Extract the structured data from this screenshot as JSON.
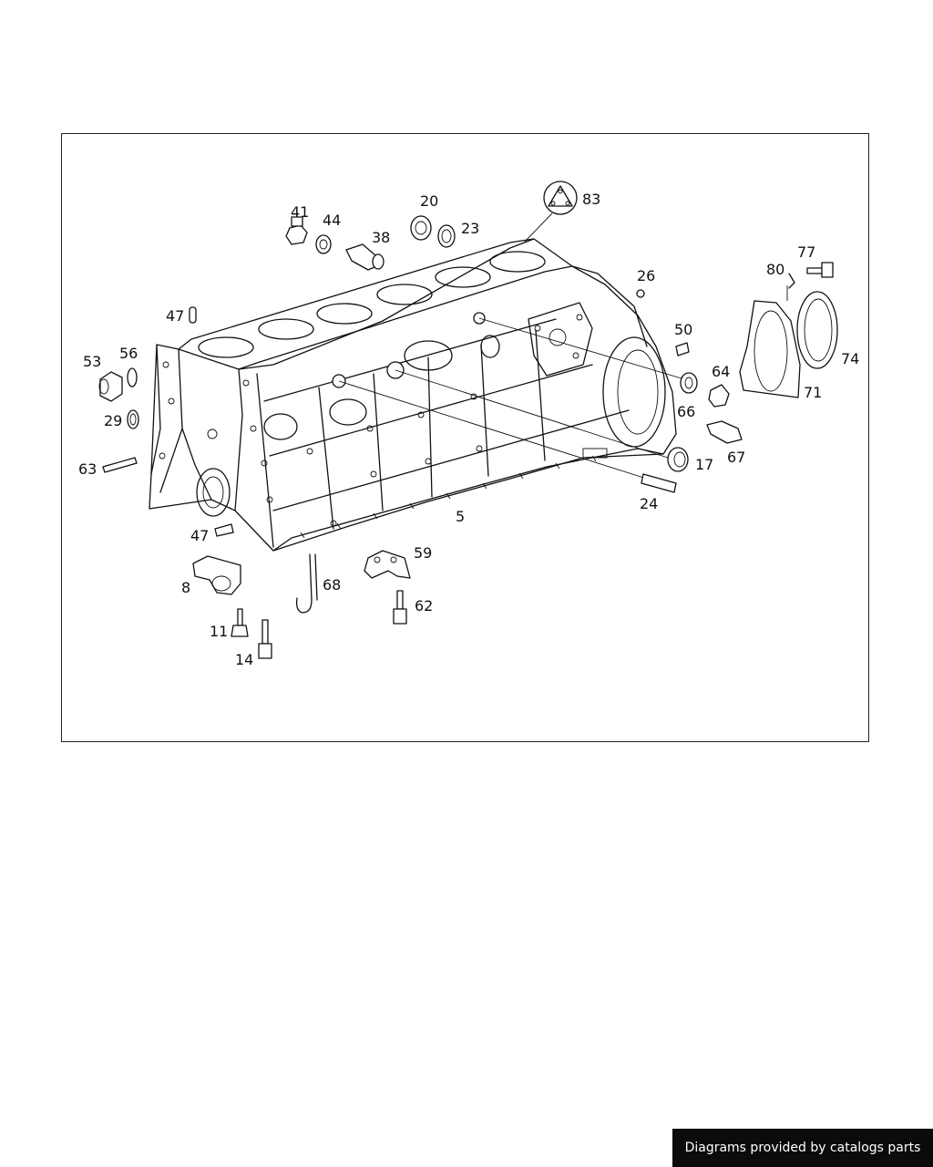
{
  "diagram": {
    "callouts": {
      "c5": "5",
      "c8": "8",
      "c11": "11",
      "c14": "14",
      "c17": "17",
      "c20": "20",
      "c23": "23",
      "c24": "24",
      "c26": "26",
      "c29": "29",
      "c38": "38",
      "c41": "41",
      "c44": "44",
      "c47a": "47",
      "c47b": "47",
      "c50": "50",
      "c53": "53",
      "c56": "56",
      "c59": "59",
      "c62": "62",
      "c63": "63",
      "c64": "64",
      "c66": "66",
      "c67": "67",
      "c68": "68",
      "c71": "71",
      "c74": "74",
      "c77": "77",
      "c80": "80",
      "c83": "83"
    }
  },
  "footer": {
    "credit": "Diagrams provided by catalogs parts",
    "background_color": "#0b0b0b",
    "text_color": "#ffffff"
  }
}
